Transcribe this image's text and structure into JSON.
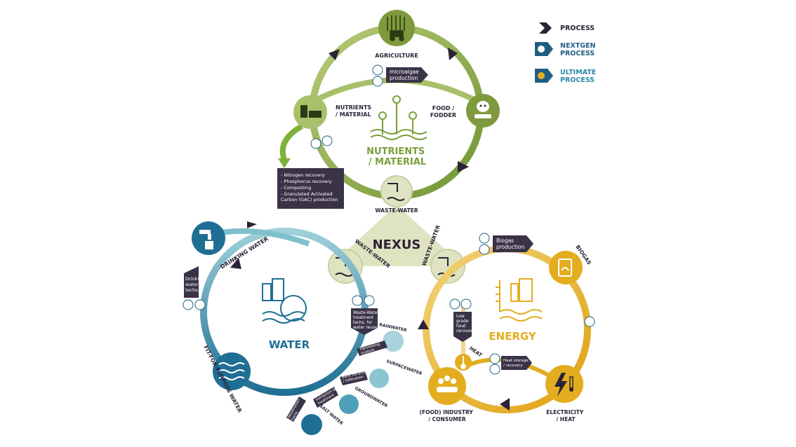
{
  "legend": {
    "process": "PROCESS",
    "nextgen": [
      "NEXTGEN",
      "PROCESS"
    ],
    "ultimate": [
      "ULTIMATE",
      "PROCESS"
    ]
  },
  "center": {
    "nexus": "NEXUS",
    "waste_top": "WASTE-WATER",
    "waste_left": "WASTE-WATER",
    "waste_right": "WASTE-WATER"
  },
  "nutrients": {
    "agriculture": "AGRICULTURE",
    "node_nutrients": [
      "NUTRIENTS",
      "/ MATERIAL"
    ],
    "node_food": [
      "FOOD /",
      "FODDER"
    ],
    "title": [
      "NUTRIENTS",
      "/ MATERIAL"
    ],
    "microalgae": [
      "microalgae",
      "production"
    ],
    "recovery": [
      "- Nitrogen recovery",
      "- Phosphorus recovery",
      "- Composting",
      "- Granulated Activated",
      "  Carbon (GAC) production"
    ]
  },
  "water": {
    "title": "WATER",
    "drinking": "DRINKING WATER",
    "drinking_techs": [
      "Drinking",
      "water",
      "techs."
    ],
    "fit": "FIT-FOR-PURPOSE WATER",
    "ww_treat": [
      "Waste-Water",
      "treatment",
      "techs. for",
      "water reuse"
    ],
    "rainwater": "RAINWATER",
    "harvesting": [
      "harvesting",
      "system"
    ],
    "surfacewater": "SURFACEWATER",
    "filtration": [
      "Bank filtration",
      "/ Infiltration"
    ],
    "groundwater": "GROUNDWATER",
    "extraction": [
      "extraction &",
      "treatment"
    ],
    "saltwater": "SALT WATER",
    "desal": [
      "desalination",
      "techs."
    ]
  },
  "energy": {
    "title": "ENERGY",
    "biogas": "BIOGAS",
    "biogas_prod": [
      "Biogas",
      "production"
    ],
    "low_grade": [
      "Low",
      "grade",
      "heat",
      "recovery"
    ],
    "heat": "HEAT",
    "heat_storage": [
      "Heat storage",
      "/ recovery"
    ],
    "industry": [
      "(FOOD) INDUSTRY",
      "/ CONSUMER"
    ],
    "electricity": [
      "ELECTRICITY",
      "/ HEAT"
    ]
  },
  "colors": {
    "green": "#8aa83f",
    "green_dark": "#5c7a2e",
    "green_light": "#c9d6a3",
    "blue": "#2a89a8",
    "blue_dark": "#1f5e82",
    "blue_light": "#a8d3dc",
    "yellow": "#e3ad1f",
    "yellow_dark": "#c98e0c",
    "yellow_light": "#f1d591",
    "nexus": "#dfe3c2",
    "label": "#3a3247",
    "label_dark": "#2b2236"
  }
}
